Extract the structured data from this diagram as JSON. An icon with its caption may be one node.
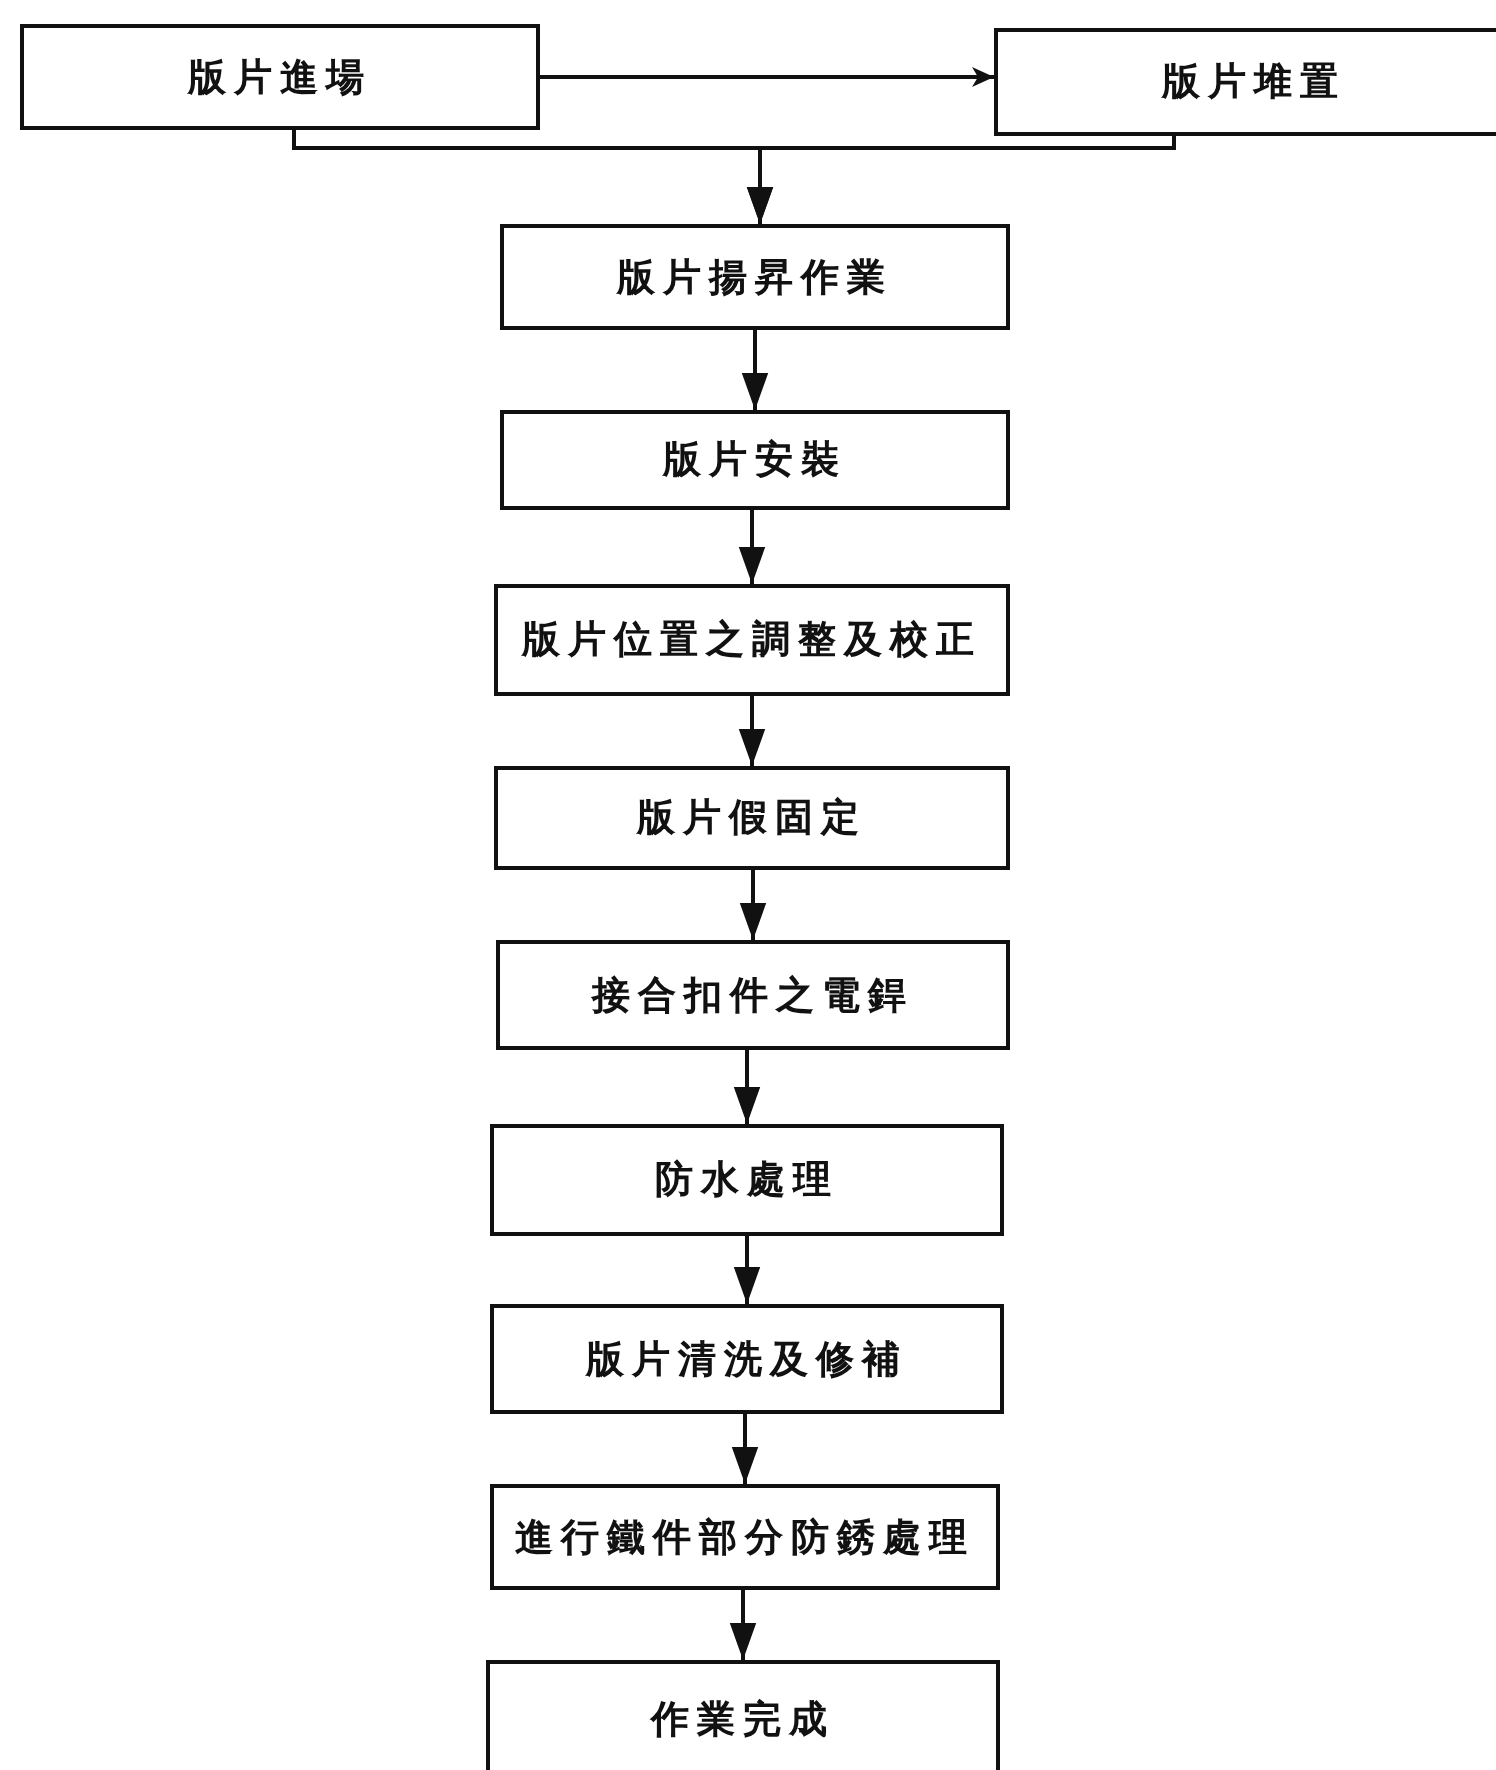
{
  "diagram": {
    "nodes": [
      {
        "text": [
          "版片進場"
        ]
      },
      {
        "text": [
          "版片堆置"
        ]
      },
      {
        "text": [
          "版片揚昇作業"
        ]
      },
      {
        "text": [
          "版片安裝"
        ]
      },
      {
        "text": [
          "版片位置之調整及校正"
        ]
      },
      {
        "text": [
          "版片假固定"
        ]
      },
      {
        "text": [
          "接合扣件之電銲"
        ]
      },
      {
        "text": [
          "防水處理"
        ]
      },
      {
        "text": [
          "版片清洗及修補"
        ]
      },
      {
        "text": [
          "進行鐵件部分防銹處理"
        ]
      },
      {
        "text": [
          "作業完成"
        ]
      }
    ],
    "edges": [
      {
        "from": 0,
        "to": 1,
        "arrow": "to"
      },
      {
        "from": 0,
        "to": 2,
        "arrow": "to"
      },
      {
        "from": 1,
        "to": 2,
        "arrow": "to"
      },
      {
        "from": 2,
        "to": 3,
        "arrow": "to"
      },
      {
        "from": 3,
        "to": 4,
        "arrow": "to"
      },
      {
        "from": 4,
        "to": 5,
        "arrow": "to"
      },
      {
        "from": 5,
        "to": 6,
        "arrow": "to"
      },
      {
        "from": 6,
        "to": 7,
        "arrow": "to"
      },
      {
        "from": 7,
        "to": 8,
        "arrow": "to"
      },
      {
        "from": 8,
        "to": 9,
        "arrow": "to"
      },
      {
        "from": 9,
        "to": 10,
        "arrow": "to"
      }
    ]
  }
}
